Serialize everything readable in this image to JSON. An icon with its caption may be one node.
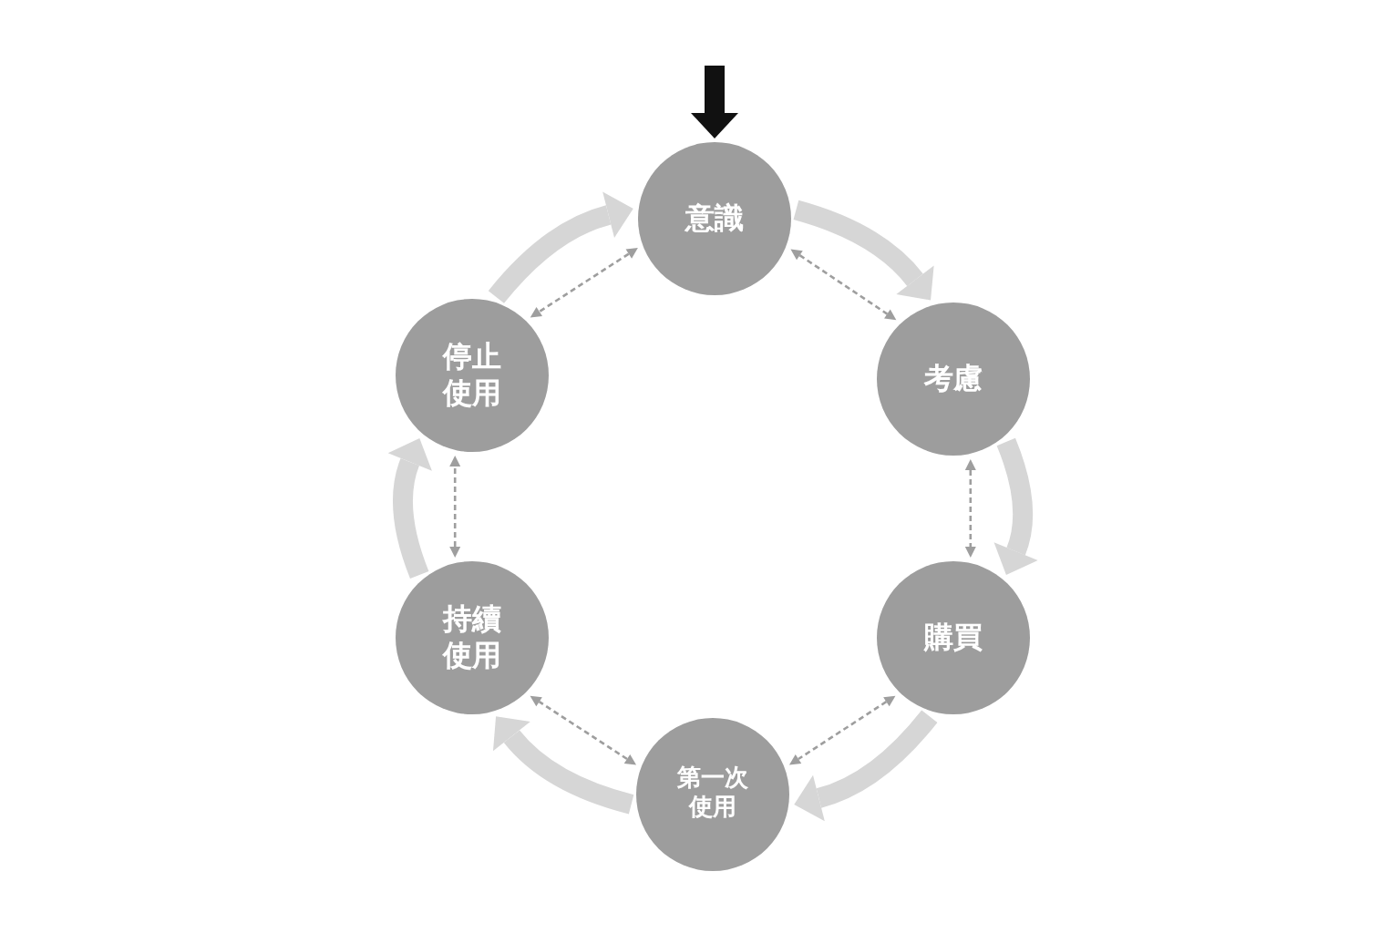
{
  "diagram": {
    "nodes": [
      {
        "text": [
          "意識"
        ]
      },
      {
        "text": [
          "停止使用"
        ]
      },
      {
        "text": [
          "考慮"
        ]
      },
      {
        "text": [
          "持續使用"
        ]
      },
      {
        "text": [
          "購買"
        ]
      },
      {
        "text": [
          "第一次使用"
        ]
      }
    ],
    "edges": [
      {
        "from": null,
        "to": 0,
        "arrow": "to",
        "color": "#111111"
      },
      {
        "from": 1,
        "to": 0,
        "arrow": "to",
        "color": "#d6d6d6"
      },
      {
        "from": 0,
        "to": 2,
        "arrow": "to",
        "color": "#d6d6d6"
      },
      {
        "from": 2,
        "to": 4,
        "arrow": "to",
        "color": "#d6d6d6"
      },
      {
        "from": 4,
        "to": 5,
        "arrow": "to",
        "color": "#d6d6d6"
      },
      {
        "from": 5,
        "to": 3,
        "arrow": "to",
        "color": "#d6d6d6"
      },
      {
        "from": 3,
        "to": 1,
        "arrow": "to",
        "color": "#d6d6d6"
      },
      {
        "from": 0,
        "to": 1,
        "arrow": "both",
        "style": "dashed"
      },
      {
        "from": 0,
        "to": 2,
        "arrow": "both",
        "style": "dashed"
      },
      {
        "from": 2,
        "to": 4,
        "arrow": "both",
        "style": "dashed"
      },
      {
        "from": 4,
        "to": 5,
        "arrow": "both",
        "style": "dashed"
      },
      {
        "from": 5,
        "to": 3,
        "arrow": "both",
        "style": "dashed"
      },
      {
        "from": 3,
        "to": 1,
        "arrow": "both",
        "style": "dashed"
      }
    ]
  }
}
